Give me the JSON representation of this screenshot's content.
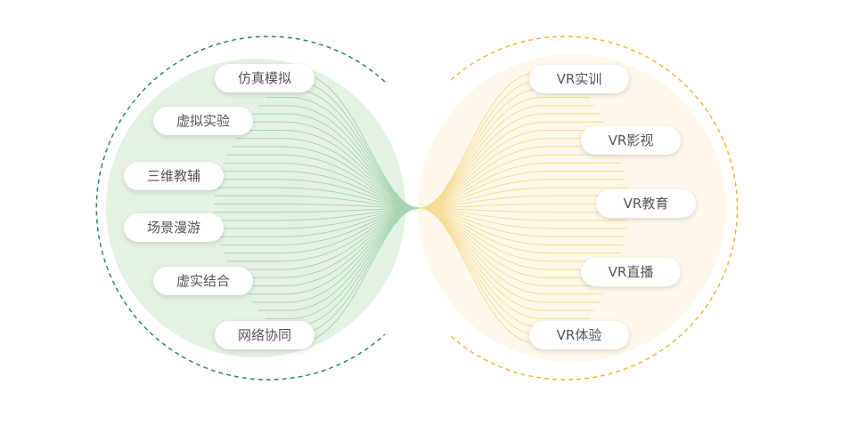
{
  "colors": {
    "left_fill": "#e3f2e3",
    "left_ring": "#2e8b57",
    "left_lines": "#a9d5b0",
    "right_fill": "#fdf7e6",
    "right_ring": "#e8b830",
    "right_lines": "#f6dc95"
  },
  "left": {
    "items": [
      {
        "label": "仿真模拟"
      },
      {
        "label": "虚拟实验"
      },
      {
        "label": "三维教辅"
      },
      {
        "label": "场景漫游"
      },
      {
        "label": "虚实结合"
      },
      {
        "label": "网络协同"
      }
    ]
  },
  "right": {
    "items": [
      {
        "label": "VR实训"
      },
      {
        "label": "VR影视"
      },
      {
        "label": "VR教育"
      },
      {
        "label": "VR直播"
      },
      {
        "label": "VR体验"
      }
    ]
  }
}
